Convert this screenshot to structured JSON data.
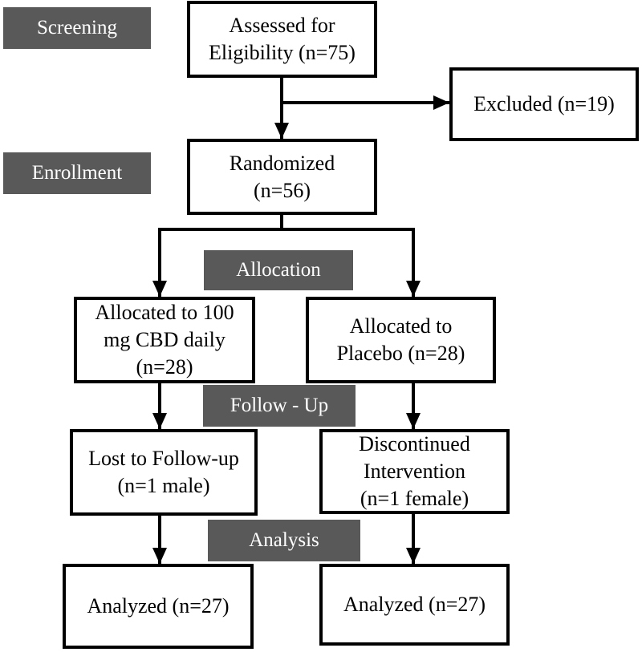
{
  "colors": {
    "stage_tag_bg": "#595959",
    "stage_tag_text": "#ffffff",
    "box_border": "#000000",
    "arrow": "#000000"
  },
  "stages": {
    "screening": "Screening",
    "enrollment": "Enrollment",
    "allocation": "Allocation",
    "follow_up": "Follow - Up",
    "analysis": "Analysis"
  },
  "boxes": {
    "assessed": "Assessed for\nEligibility (n=75)",
    "excluded": "Excluded (n=19)",
    "randomized": "Randomized\n(n=56)",
    "allocated_cbd": "Allocated to 100\nmg CBD daily\n(n=28)",
    "allocated_placebo": "Allocated to\nPlacebo (n=28)",
    "lost_followup": "Lost to Follow-up\n(n=1 male)",
    "discontinued": "Discontinued\nIntervention\n(n=1 female)",
    "analyzed_cbd": "Analyzed (n=27)",
    "analyzed_placebo": "Analyzed (n=27)"
  }
}
